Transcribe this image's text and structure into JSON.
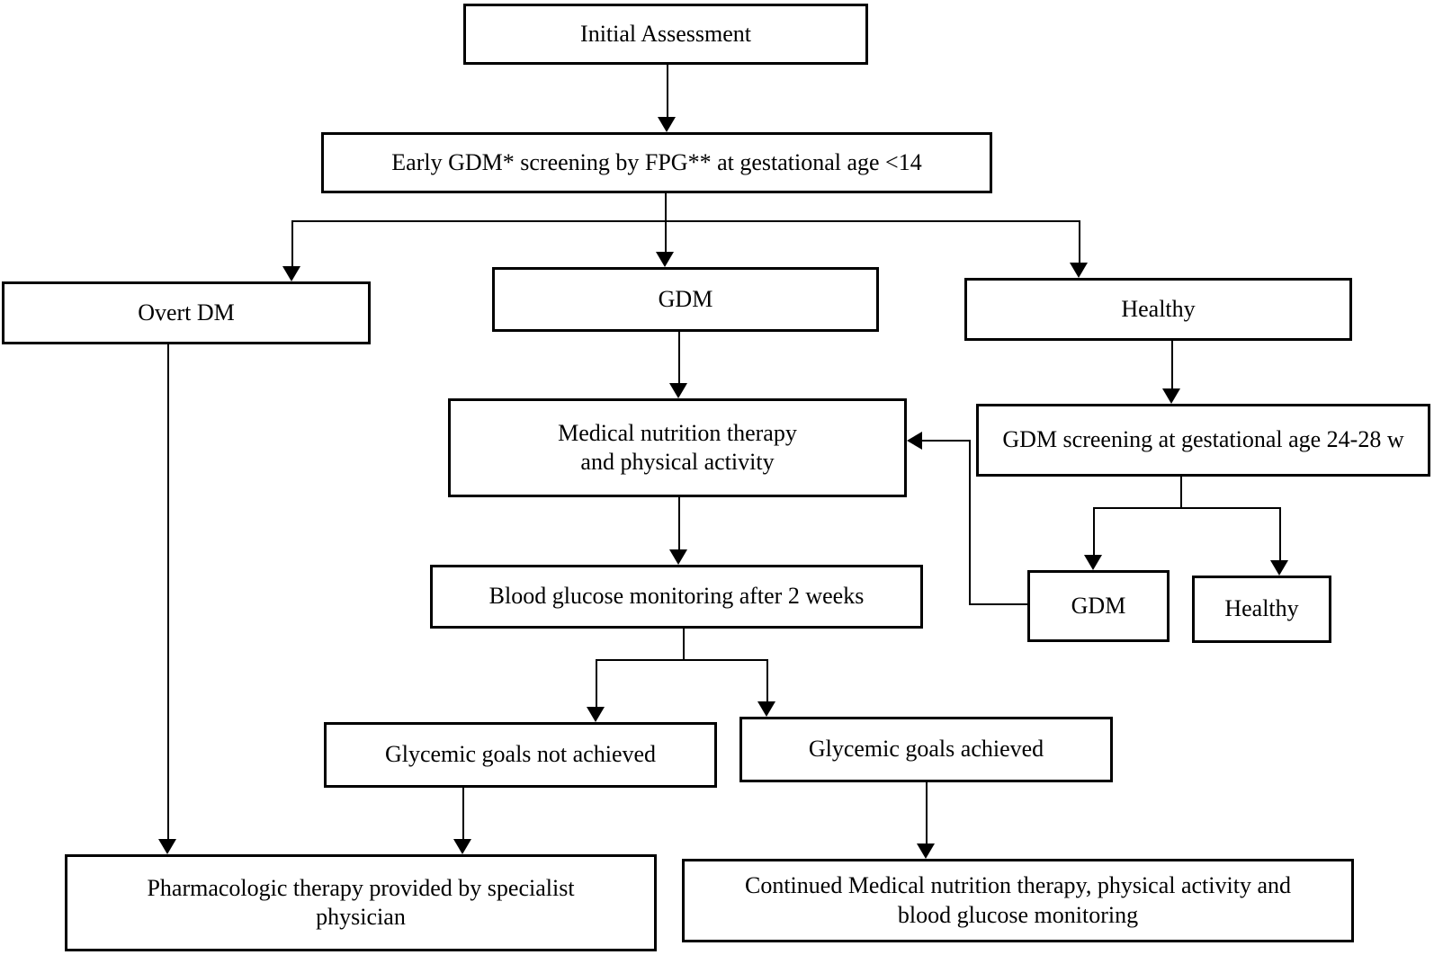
{
  "colors": {
    "box_border": "#000000",
    "box_background": "#ffffff",
    "text": "#000000",
    "connector": "#000000"
  },
  "nodes": {
    "initial_assessment": {
      "label": "Initial Assessment"
    },
    "early_screening": {
      "label": "Early GDM* screening by FPG** at gestational age <14"
    },
    "overt_dm": {
      "label": "Overt DM"
    },
    "gdm": {
      "label": "GDM"
    },
    "healthy": {
      "label": "Healthy"
    },
    "medical_nutrition": {
      "label": "Medical nutrition therapy\nand physical activity"
    },
    "gdm_screening_24_28": {
      "label": "GDM screening at gestational age 24-28 w"
    },
    "blood_glucose_monitoring": {
      "label": "Blood glucose monitoring after 2 weeks"
    },
    "gdm_late": {
      "label": "GDM"
    },
    "healthy_late": {
      "label": "Healthy"
    },
    "goals_not_achieved": {
      "label": "Glycemic goals not achieved"
    },
    "goals_achieved": {
      "label": "Glycemic goals achieved"
    },
    "pharmacologic_therapy": {
      "label": "Pharmacologic therapy provided by specialist\nphysician"
    },
    "continued_mnt": {
      "label": "Continued Medical nutrition therapy, physical activity and\nblood glucose monitoring"
    }
  },
  "edges": [
    {
      "from": "initial_assessment",
      "to": "early_screening"
    },
    {
      "from": "early_screening",
      "to": "overt_dm"
    },
    {
      "from": "early_screening",
      "to": "gdm"
    },
    {
      "from": "early_screening",
      "to": "healthy"
    },
    {
      "from": "gdm",
      "to": "medical_nutrition"
    },
    {
      "from": "healthy",
      "to": "gdm_screening_24_28"
    },
    {
      "from": "gdm_screening_24_28",
      "to": "gdm_late"
    },
    {
      "from": "gdm_screening_24_28",
      "to": "healthy_late"
    },
    {
      "from": "gdm_late",
      "to": "medical_nutrition"
    },
    {
      "from": "medical_nutrition",
      "to": "blood_glucose_monitoring"
    },
    {
      "from": "blood_glucose_monitoring",
      "to": "goals_not_achieved"
    },
    {
      "from": "blood_glucose_monitoring",
      "to": "goals_achieved"
    },
    {
      "from": "goals_not_achieved",
      "to": "pharmacologic_therapy"
    },
    {
      "from": "overt_dm",
      "to": "pharmacologic_therapy"
    },
    {
      "from": "goals_achieved",
      "to": "continued_mnt"
    }
  ]
}
